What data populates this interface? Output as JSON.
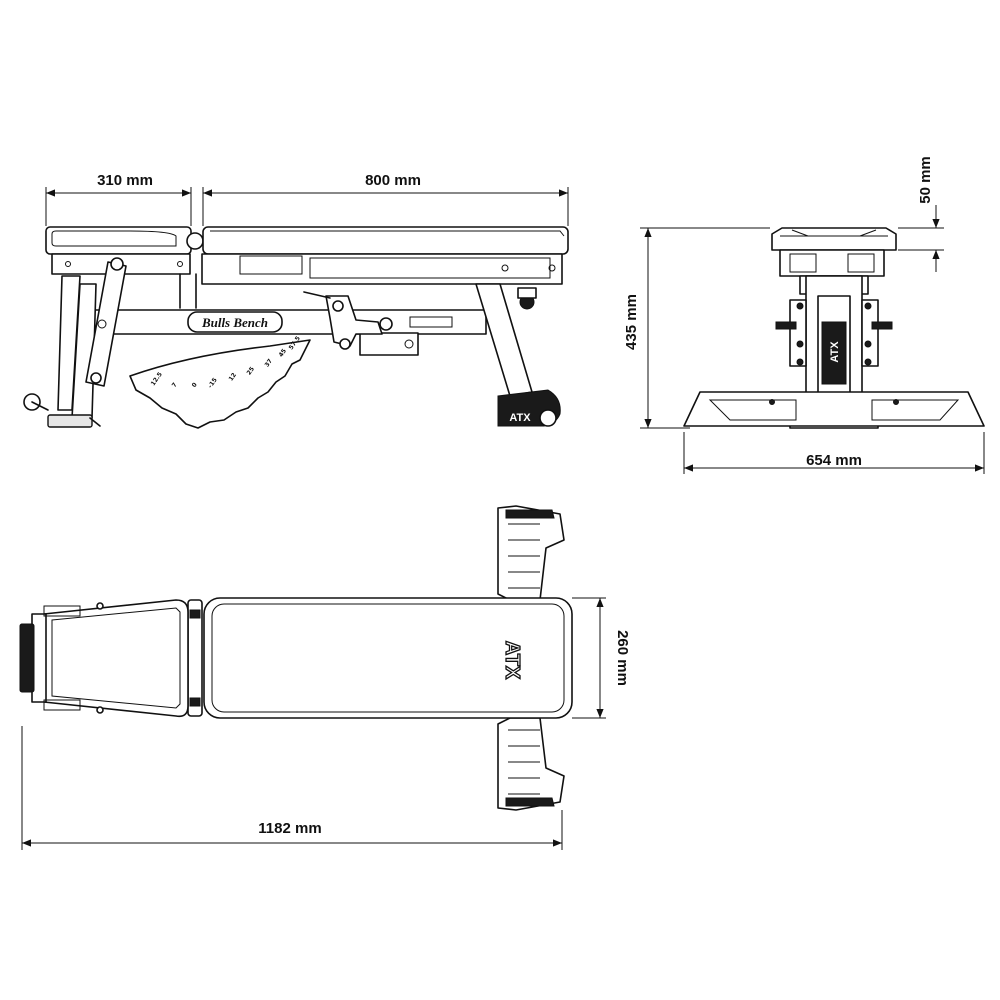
{
  "dimensions": {
    "seat_length": "310 mm",
    "back_length": "800 mm",
    "height": "435 mm",
    "pad_thickness": "50 mm",
    "base_width": "654 mm",
    "pad_width": "260 mm",
    "total_length": "1182 mm"
  },
  "labels": {
    "bench_logo": "Bulls Bench",
    "brand": "ATX",
    "angle_scale": [
      "12.5",
      "7",
      "0",
      "-15",
      "12",
      "25",
      "37",
      "45",
      "57.5"
    ]
  }
}
